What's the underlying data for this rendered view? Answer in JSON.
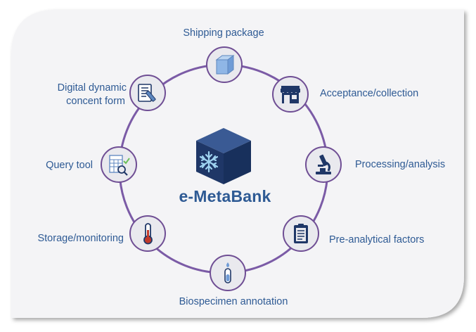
{
  "center": {
    "title": "e-MetaBank",
    "logo_icon": "snowflake-cube-icon"
  },
  "steps": [
    {
      "label": "Shipping package",
      "icon": "box-icon"
    },
    {
      "label": "Acceptance/collection",
      "icon": "storefront-icon"
    },
    {
      "label": "Processing/analysis",
      "icon": "microscope-icon"
    },
    {
      "label": "Pre-analytical factors",
      "icon": "clipboard-icon"
    },
    {
      "label": "Biospecimen annotation",
      "icon": "test-tube-icon"
    },
    {
      "label": "Storage/monitoring",
      "icon": "thermometer-icon"
    },
    {
      "label": "Query tool",
      "icon": "spreadsheet-search-icon"
    },
    {
      "label_line1": "Digital dynamic",
      "label_line2": "concent form",
      "icon": "digital-form-icon"
    }
  ],
  "colors": {
    "ring": "#7b5ba6",
    "text": "#2e5a94",
    "node_fill": "#e9e9ee",
    "logo_navy": "#1f3767"
  }
}
